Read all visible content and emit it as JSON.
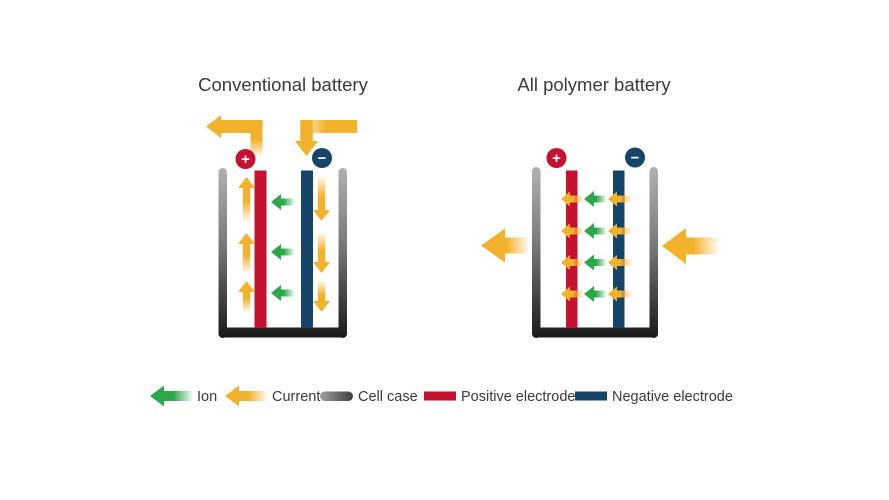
{
  "diagram": {
    "left_battery": {
      "title": "Conventional battery",
      "positive_symbol": "+",
      "negative_symbol": "−"
    },
    "right_battery": {
      "title": "All polymer battery",
      "positive_symbol": "+",
      "negative_symbol": "−"
    }
  },
  "legend": {
    "items": [
      {
        "swatch": "ion-arrow",
        "label": "Ion"
      },
      {
        "swatch": "current-arrow",
        "label": "Current"
      },
      {
        "swatch": "cell-case",
        "label": "Cell case"
      },
      {
        "swatch": "positive-electrode",
        "label": "Positive electrode"
      },
      {
        "swatch": "negative-electrode",
        "label": "Negative electrode"
      }
    ]
  },
  "colors": {
    "background": "#FFFFFF",
    "ion": "#2BA94A",
    "current": "#F3B22B",
    "positive": "#C51230",
    "negative": "#164569",
    "case_light": "#B2B2B2",
    "case_mid": "#7A7A7A",
    "case_dark": "#191919",
    "pill_light": "#A0A0A0",
    "pill_dark": "#3F3F3F",
    "text": "#3A3A3A",
    "terminal_symbol": "#FFFFFF"
  }
}
